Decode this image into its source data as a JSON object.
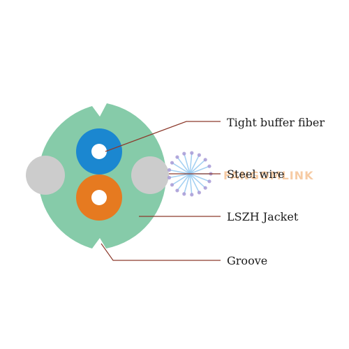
{
  "diagram": {
    "callouts": {
      "tight_buffer_fiber": "Tight buffer fiber",
      "steel_wire": "Steel wire",
      "lszh_jacket": "LSZH Jacket",
      "groove": "Groove"
    },
    "watermark": "FANGOMLINK",
    "colors": {
      "jacket": "#86cba9",
      "steel_wire": "#cccccc",
      "fiber_blue": "#1b87d0",
      "fiber_orange": "#e67a20",
      "fiber_core": "#ffffff",
      "leader_line": "#8c3a2c",
      "watermark": "#f3ba86"
    }
  }
}
